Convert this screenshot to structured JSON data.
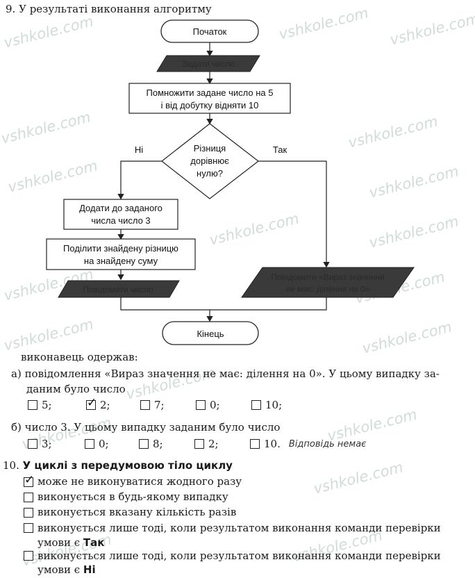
{
  "watermark": "vshkole.com",
  "q9": {
    "title": "9. У результаті виконання алгоритму",
    "flow": {
      "start": "Початок",
      "input": "Задати число",
      "multiply": [
        "Помножити задане число на 5",
        "і від добутку відняти 10"
      ],
      "decision": [
        "Різниця",
        "дорівнює",
        "нулю?"
      ],
      "no": "Ні",
      "yes": "Так",
      "add": [
        "Додати до заданого",
        "числа число 3"
      ],
      "divide": [
        "Поділити знайдену різницю",
        "на знайдену суму"
      ],
      "output_left": "Повідомити число",
      "output_right": [
        "Повідомити «Вираз значення",
        "не має: ділення на 0»"
      ],
      "end": "Кінець"
    },
    "performer": "виконавець одержав:",
    "a": {
      "line1": "а) повідомлення «Вираз значення не має: ділення на 0». У цьому випадку за-",
      "line2": "даним було число",
      "options": [
        {
          "label": "5;",
          "checked": false
        },
        {
          "label": "2;",
          "checked": true
        },
        {
          "label": "7;",
          "checked": false
        },
        {
          "label": "0;",
          "checked": false
        },
        {
          "label": "10;",
          "checked": false
        }
      ]
    },
    "b": {
      "line1": "б) число 3. У цьому випадку заданим було число",
      "options": [
        {
          "label": "3;",
          "checked": false
        },
        {
          "label": "0;",
          "checked": false
        },
        {
          "label": "8;",
          "checked": false
        },
        {
          "label": "2;",
          "checked": false
        },
        {
          "label": "10.",
          "checked": false
        }
      ],
      "handwritten": "Відповідь немає"
    }
  },
  "q10": {
    "title_num": "10.",
    "title_text": "У циклі з передумовою тіло циклу",
    "items": [
      {
        "text": "може не виконуватися жодного разу",
        "checked": true
      },
      {
        "text": "виконується в будь-якому випадку",
        "checked": false
      },
      {
        "text": "виконується вказану кількість разів",
        "checked": false
      },
      {
        "text_line1": "виконується лише тоді, коли результатом виконання команди перевірки",
        "text_line2": "умови є",
        "bold": "Так",
        "checked": false
      },
      {
        "text_line1": "виконується лише тоді, коли результатом виконання команди перевірки",
        "text_line2": "умови є",
        "bold": "Ні",
        "checked": false
      }
    ]
  },
  "colors": {
    "dark_shape": "#3a3a3a",
    "watermark": "#c9d7cf"
  }
}
